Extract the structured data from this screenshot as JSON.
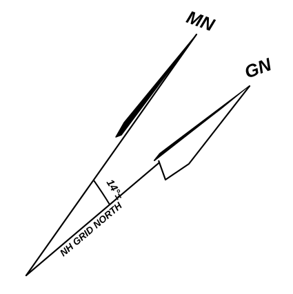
{
  "diagram": {
    "magnetic_north_label": "MN",
    "grid_north_label": "GN",
    "angle_label": "14°±",
    "grid_line_label": "NH GRID NORTH"
  },
  "colors": {
    "ink": "#000000",
    "background": "#ffffff"
  },
  "icons": {
    "magnetic_north_arrow": "half-arrow-icon",
    "grid_north_arrow": "split-arrow-icon"
  }
}
